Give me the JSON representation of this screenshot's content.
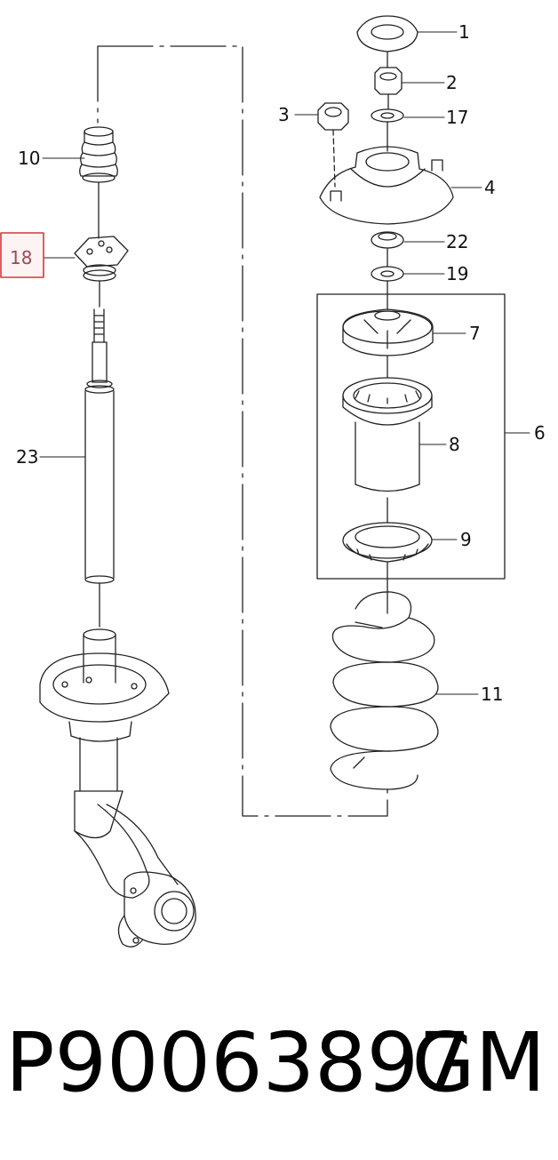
{
  "diagram": {
    "callouts": [
      {
        "id": "1",
        "label": "1"
      },
      {
        "id": "2",
        "label": "2"
      },
      {
        "id": "3",
        "label": "3"
      },
      {
        "id": "17",
        "label": "17"
      },
      {
        "id": "4",
        "label": "4"
      },
      {
        "id": "10",
        "label": "10"
      },
      {
        "id": "18",
        "label": "18",
        "highlighted": true
      },
      {
        "id": "22",
        "label": "22"
      },
      {
        "id": "19",
        "label": "19"
      },
      {
        "id": "7",
        "label": "7"
      },
      {
        "id": "6",
        "label": "6"
      },
      {
        "id": "8",
        "label": "8"
      },
      {
        "id": "23",
        "label": "23"
      },
      {
        "id": "9",
        "label": "9"
      },
      {
        "id": "11",
        "label": "11"
      }
    ],
    "highlight_color": "#d9363e"
  },
  "footer": {
    "part_number": "P90063897",
    "brand": "GM"
  }
}
